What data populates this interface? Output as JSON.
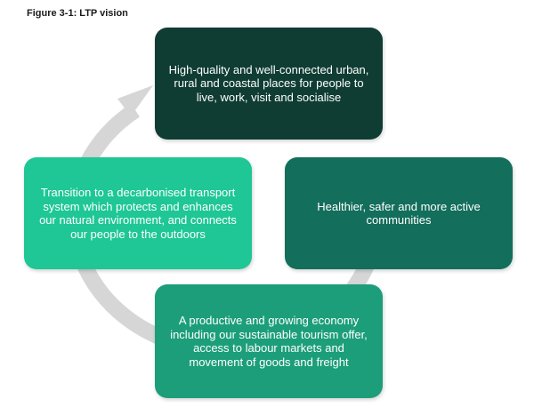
{
  "figure": {
    "title": "Figure 3-1: LTP vision"
  },
  "colors": {
    "ring": "#d6d6d6",
    "top_box": "#0f3d33",
    "right_box": "#136e5b",
    "bottom_box": "#1c9e7a",
    "left_box": "#1ec795"
  },
  "cycle": {
    "top": "High-quality and well-connected urban, rural and coastal places for people to live, work, visit and socialise",
    "right": "Healthier, safer and more active communities",
    "bottom": "A productive and growing economy including our sustainable tourism offer, access to labour markets and movement of goods and freight",
    "left": "Transition to a decarbonised transport system which protects and enhances our natural environment, and connects our people to the outdoors"
  }
}
